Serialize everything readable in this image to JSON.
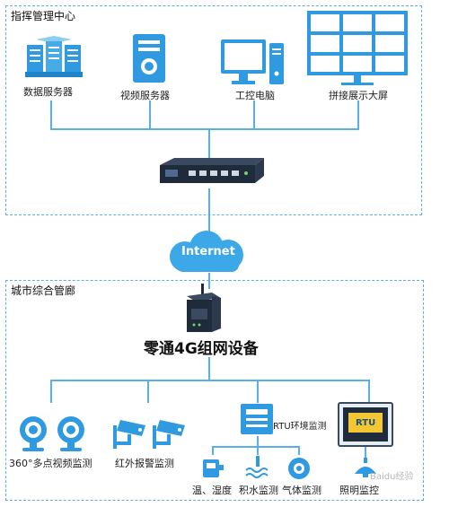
{
  "command_center": {
    "title": "指挥管理中心",
    "nodes": {
      "data_server": "数据服务器",
      "video_server": "视频服务器",
      "ipc": "工控电脑",
      "video_wall": "拼接展示大屏"
    }
  },
  "network": {
    "label": "Internet"
  },
  "city_corridor": {
    "title": "城市综合管廊",
    "gateway_label": "零通4G组网设备",
    "rtu_box_label": "RTU",
    "nodes": {
      "video_monitor": "360°多点视频监测",
      "infrared_alarm": "红外报警监测",
      "rtu_env": "RTU环境监测",
      "temp_humidity": "温、湿度",
      "water_level": "积水监测",
      "gas": "气体监测",
      "lighting": "照明监控"
    }
  },
  "watermark": "Baidu经验",
  "colors": {
    "line": "#5ab0e6",
    "icon_blue": "#2f9ae0",
    "dark": "#1f2a3a"
  }
}
